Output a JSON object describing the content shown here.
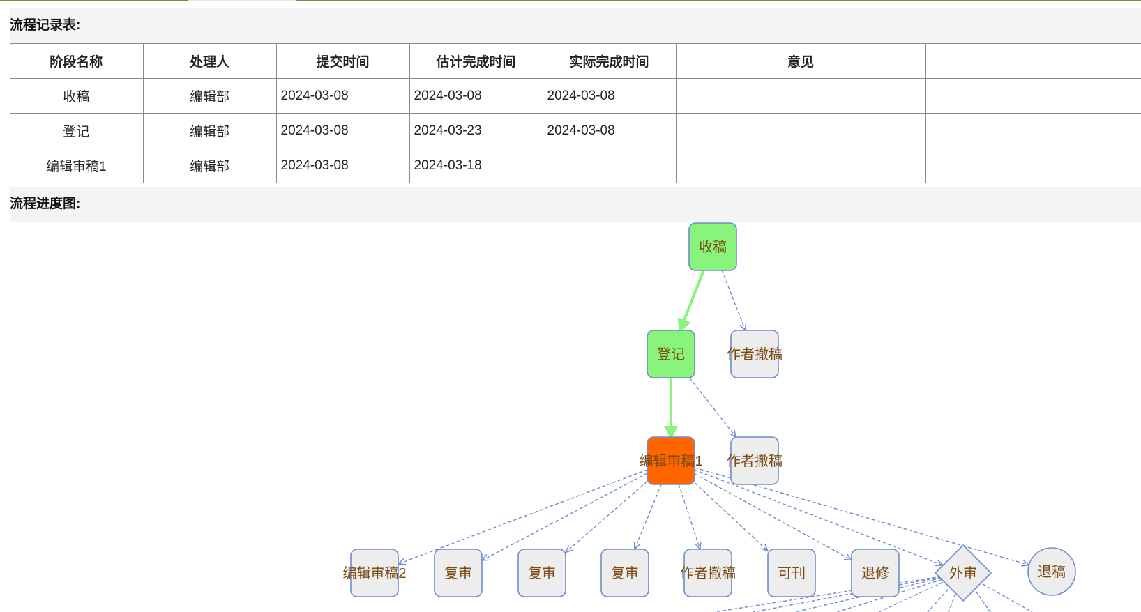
{
  "records_title": "流程记录表:",
  "records": {
    "headers": [
      "阶段名称",
      "处理人",
      "提交时间",
      "估计完成时间",
      "实际完成时间",
      "意见",
      ""
    ],
    "rows": [
      [
        "收稿",
        "编辑部",
        "2024-03-08",
        "2024-03-08",
        "2024-03-08",
        "",
        ""
      ],
      [
        "登记",
        "编辑部",
        "2024-03-08",
        "2024-03-23",
        "2024-03-08",
        "",
        ""
      ],
      [
        "编辑审稿1",
        "编辑部",
        "2024-03-08",
        "2024-03-18",
        "",
        "",
        ""
      ]
    ]
  },
  "progress_title": "流程进度图:",
  "flow": {
    "colors": {
      "done": "#88f47c",
      "current": "#ff6600",
      "pending": "#ededed",
      "border": "#6f8ccc",
      "text": "#7b4a12",
      "active_edge": "#88f47c",
      "dashed_edge": "#6f8ccc"
    },
    "nodes": [
      {
        "id": "n_receive",
        "label": "收稿",
        "state": "done",
        "shape": "rect"
      },
      {
        "id": "n_register",
        "label": "登记",
        "state": "done",
        "shape": "rect"
      },
      {
        "id": "n_withdraw1",
        "label": "作者撤稿",
        "state": "pending",
        "shape": "rect"
      },
      {
        "id": "n_edit1",
        "label": "编辑审稿1",
        "state": "current",
        "shape": "rect"
      },
      {
        "id": "n_withdraw2",
        "label": "作者撤稿",
        "state": "pending",
        "shape": "rect"
      },
      {
        "id": "n_edit2",
        "label": "编辑审稿2",
        "state": "pending",
        "shape": "rect"
      },
      {
        "id": "n_review1",
        "label": "复审",
        "state": "pending",
        "shape": "rect"
      },
      {
        "id": "n_review2",
        "label": "复审",
        "state": "pending",
        "shape": "rect"
      },
      {
        "id": "n_review3",
        "label": "复审",
        "state": "pending",
        "shape": "rect"
      },
      {
        "id": "n_withdraw3",
        "label": "作者撤稿",
        "state": "pending",
        "shape": "rect"
      },
      {
        "id": "n_publish",
        "label": "可刊",
        "state": "pending",
        "shape": "rect"
      },
      {
        "id": "n_revise",
        "label": "退修",
        "state": "pending",
        "shape": "rect"
      },
      {
        "id": "n_external",
        "label": "外审",
        "state": "pending",
        "shape": "diamond"
      },
      {
        "id": "n_reject",
        "label": "退稿",
        "state": "pending",
        "shape": "circle"
      }
    ],
    "edges": [
      {
        "from": "n_receive",
        "to": "n_register",
        "active": true
      },
      {
        "from": "n_receive",
        "to": "n_withdraw1",
        "active": false
      },
      {
        "from": "n_register",
        "to": "n_edit1",
        "active": true
      },
      {
        "from": "n_register",
        "to": "n_withdraw2",
        "active": false
      },
      {
        "from": "n_edit1",
        "to": "n_edit2",
        "active": false
      },
      {
        "from": "n_edit1",
        "to": "n_review1",
        "active": false
      },
      {
        "from": "n_edit1",
        "to": "n_review2",
        "active": false
      },
      {
        "from": "n_edit1",
        "to": "n_review3",
        "active": false
      },
      {
        "from": "n_edit1",
        "to": "n_withdraw3",
        "active": false
      },
      {
        "from": "n_edit1",
        "to": "n_publish",
        "active": false
      },
      {
        "from": "n_edit1",
        "to": "n_revise",
        "active": false
      },
      {
        "from": "n_edit1",
        "to": "n_external",
        "active": false
      },
      {
        "from": "n_edit1",
        "to": "n_reject",
        "active": false
      }
    ]
  }
}
